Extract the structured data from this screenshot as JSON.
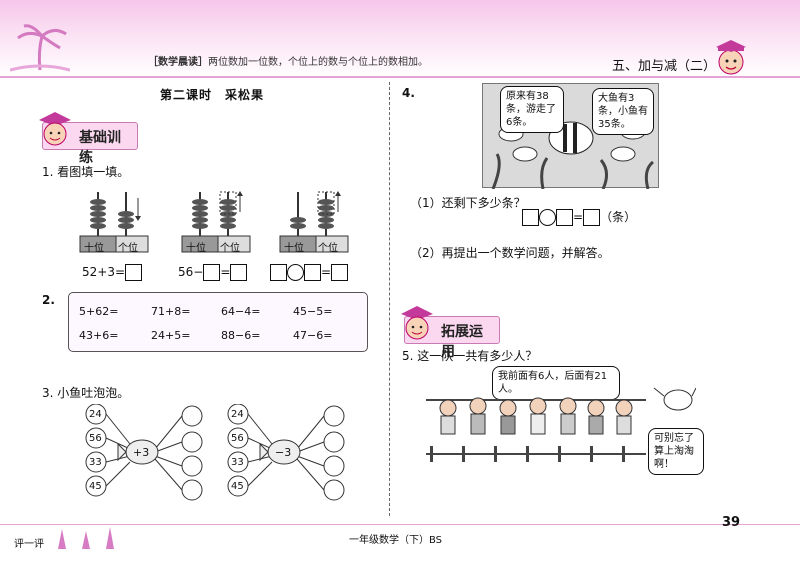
{
  "header": {
    "tip_tag": "［数学晨读］",
    "tip_text": "两位数加一位数，个位上的数与个位上的数相加。",
    "unit": "五、加与减（二）"
  },
  "lesson_title": "第二课时　采松果",
  "sections": {
    "basic": "基础训练",
    "extend": "拓展运用"
  },
  "q1": {
    "label": "1. 看图填一填。",
    "place_tens": "十位",
    "place_ones": "个位",
    "eq1": "52+3=",
    "eq2": "56−",
    "eq2b": "=",
    "eq3b": "="
  },
  "q2": {
    "label": "2.",
    "row1": [
      "5+62=",
      "71+8=",
      "64−4=",
      "45−5="
    ],
    "row2": [
      "43+6=",
      "24+5=",
      "88−6=",
      "47−6="
    ]
  },
  "q3": {
    "label": "3. 小鱼吐泡泡。",
    "left": {
      "numbers": [
        "24",
        "56",
        "33",
        "45"
      ],
      "op": "+3"
    },
    "right": {
      "numbers": [
        "24",
        "56",
        "33",
        "45"
      ],
      "op": "−3"
    }
  },
  "q4": {
    "label": "4.",
    "bubble1": "原来有38条，游走了6条。",
    "bubble2": "大鱼有3条，小鱼有35条。",
    "sub1": "（1）还剩下多少条？",
    "unit": "（条）",
    "sub2": "（2）再提出一个数学问题，并解答。"
  },
  "q5": {
    "label": "5. 这一队一共有多少人？",
    "speech": "我前面有6人，后面有21人。",
    "note": "可别忘了算上淘淘啊！"
  },
  "footer": {
    "eval": "评一评",
    "book": "一年级数学（下）BS",
    "page": "39"
  }
}
